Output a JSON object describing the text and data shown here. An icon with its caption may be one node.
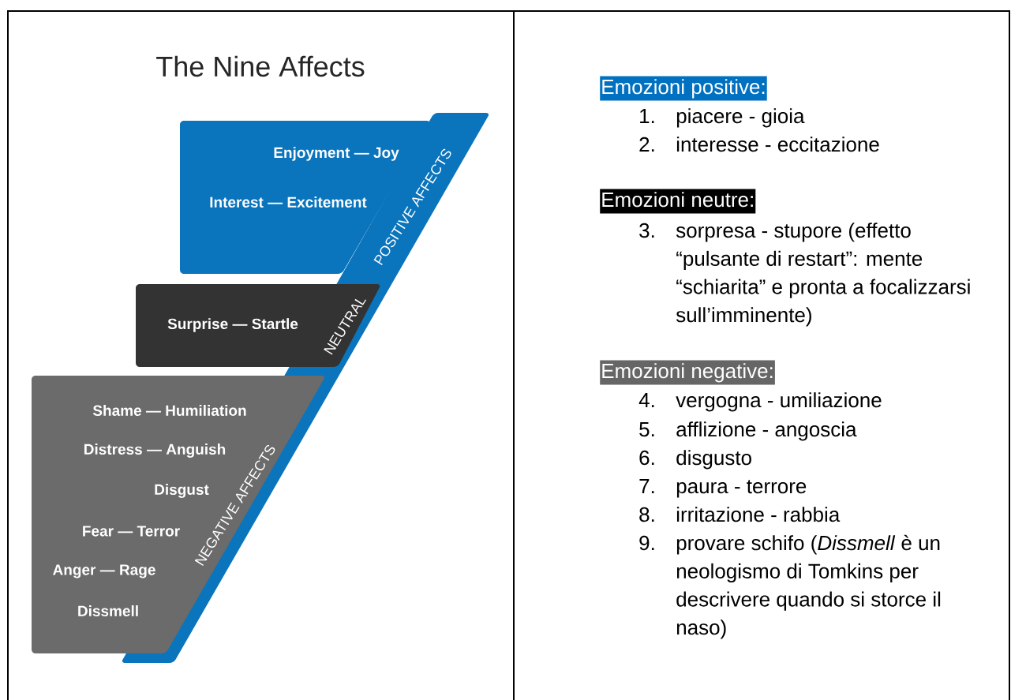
{
  "diagram": {
    "title": "The Nine Affects",
    "nodes": [
      {
        "text": [
          "Enjoyment — Joy",
          "Interest — Excitement",
          "POSITIVE AFFECTS"
        ]
      },
      {
        "text": [
          "Surprise — Startle",
          "NEUTRAL"
        ]
      },
      {
        "text": [
          "Shame — Humiliation",
          "Distress — Anguish",
          "Disgust",
          "Fear — Terror",
          "Anger — Rage",
          "Dissmell",
          "NEGATIVE AFFECTS"
        ]
      },
      {
        "text": [
          "Emozioni positive:"
        ]
      },
      {
        "text": [
          "Emozioni neutre:"
        ]
      },
      {
        "text": [
          "Emozioni negative:"
        ]
      }
    ],
    "labels": [
      "1.",
      "piacere - gioia",
      "2.",
      "interesse - eccitazione",
      "3.",
      "sorpresa - stupore (effetto “pulsante di restart”: mente “schiarita” e pronta a focalizzarsi sull’imminente)",
      "4.",
      "vergogna - umiliazione",
      "5.",
      "afflizione - angoscia",
      "6.",
      "disgusto",
      "7.",
      "paura - terrore",
      "8.",
      "irritazione - rabbia",
      "9.",
      "provare schifo (*Dissmell* è un neologismo di Tomkins per descrivere quando si storce il naso)"
    ]
  }
}
